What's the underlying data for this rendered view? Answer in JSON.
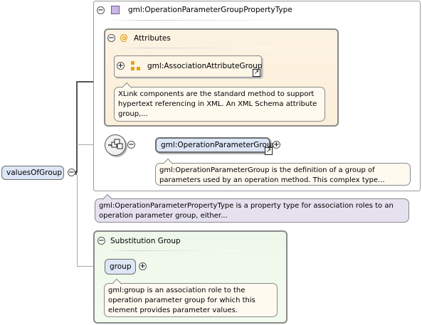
{
  "root": {
    "label": "valuesOfGroup"
  },
  "complex_type": {
    "name": "gml:OperationParameterGroupPropertyType",
    "attributes_label": "Attributes",
    "attribute_group": {
      "name": "gml:AssociationAttributeGroup",
      "note": "XLink components are the standard method to support hypertext referencing in XML. An XML Schema attribute group,..."
    },
    "sequence_element": {
      "name": "gml:OperationParameterGroup",
      "note": "gml:OperationParameterGroup is the definition of a group of parameters used by an operation method. This complex type..."
    },
    "note": "gml:OperationParameterPropertyType is a property type for association roles to an operation parameter group, either..."
  },
  "substitution_group": {
    "label": "Substitution Group",
    "element": {
      "name": "group"
    },
    "note": "gml:group is an association role to the operation parameter group for which this element provides parameter values."
  },
  "icons": {
    "collapse": "−",
    "expand": "+",
    "attribute_at": "@",
    "link_arrow": "↗"
  },
  "colors": {
    "element_fill": "#dce6f6",
    "attributes_fill": "#fdf3e2",
    "substitution_fill": "#eef8ea",
    "type_note_fill": "#e6e1ef",
    "type_icon_fill": "#c9b6e4",
    "group_icon_fill": "#e2a21a"
  }
}
